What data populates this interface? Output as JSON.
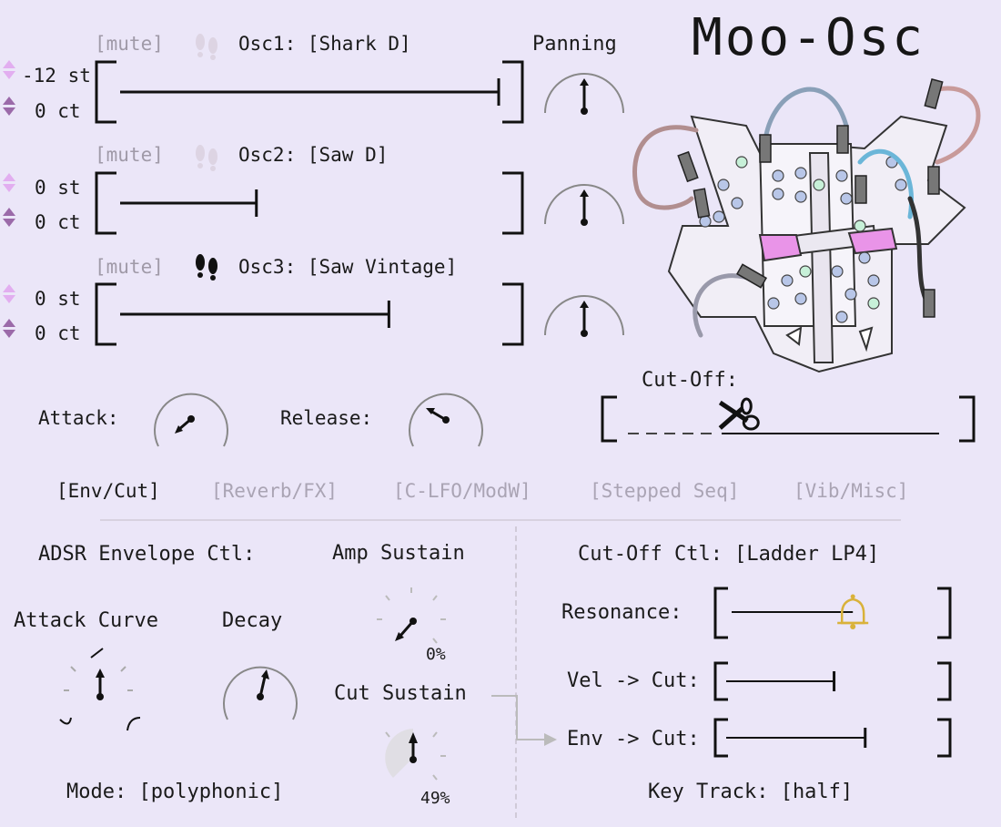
{
  "app": {
    "title": "Moo-Osc"
  },
  "oscillators": [
    {
      "mute_label": "[mute]",
      "label": "Osc1: [Shark D]",
      "semitone": "-12 st",
      "cents": "0 ct",
      "level": 1.0,
      "pan": 0.5,
      "footprint_active": false
    },
    {
      "mute_label": "[mute]",
      "label": "Osc2: [Saw D]",
      "semitone": "0 st",
      "cents": "0 ct",
      "level": 0.36,
      "pan": 0.5,
      "footprint_active": false
    },
    {
      "mute_label": "[mute]",
      "label": "Osc3: [Saw Vintage]",
      "semitone": "0 st",
      "cents": "0 ct",
      "level": 0.71,
      "pan": 0.5,
      "footprint_active": true
    }
  ],
  "panning_label": "Panning",
  "attack_label": "Attack:",
  "release_label": "Release:",
  "cutoff_label": "Cut-Off:",
  "cutoff_level": 0.34,
  "tabs": [
    "[Env/Cut]",
    "[Reverb/FX]",
    "[C-LFO/ModW]",
    "[Stepped Seq]",
    "[Vib/Misc]"
  ],
  "active_tab": 0,
  "env": {
    "section_label": "ADSR Envelope Ctl:",
    "attack_curve_label": "Attack Curve",
    "decay_label": "Decay",
    "amp_sustain_label": "Amp Sustain",
    "amp_sustain_value": "0%",
    "cut_sustain_label": "Cut Sustain",
    "cut_sustain_value": "49%",
    "mode_label": "Mode: [polyphonic]"
  },
  "cutoff_ctl": {
    "section_label": "Cut-Off Ctl: [Ladder LP4]",
    "resonance_label": "Resonance:",
    "resonance_level": 0.6,
    "vel_cut_label": "Vel -> Cut:",
    "vel_cut_level": 0.52,
    "env_cut_label": "Env -> Cut:",
    "env_cut_level": 0.67,
    "key_track_label": "Key Track: [half]"
  },
  "colors": {
    "bg": "#ebe6f8",
    "accent_arrow": "#e2aef0",
    "accent_arrow_dark": "#9b6aa9",
    "bell": "#d9b23a",
    "dim_text": "#a09aa8"
  }
}
